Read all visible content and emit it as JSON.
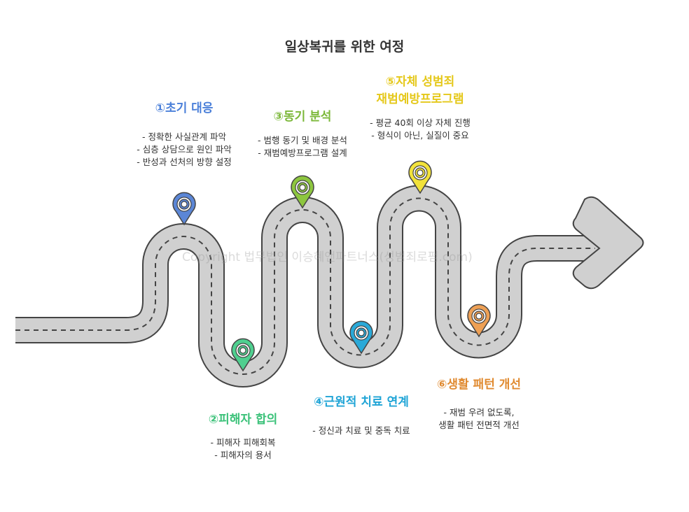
{
  "title": "일상복귀를 위한 여정",
  "watermark": "Copyright 법무법인 이승혜앤파트너스(성범죄로펌.com)",
  "steps": [
    {
      "heading": "①초기 대응",
      "color": "#4a7fd9",
      "bullets": [
        "- 정확한 사실관계 파악",
        "- 심층 상담으로 원인 파악",
        "- 반성과 선처의 방향 설정"
      ]
    },
    {
      "heading": "②피해자 합의",
      "color": "#3cc27a",
      "bullets": [
        "- 피해자 피해회복",
        "- 피해자의 용서"
      ]
    },
    {
      "heading": "③동기 분석",
      "color": "#7cb83a",
      "bullets": [
        "- 범행 동기 및 배경 분석",
        "- 재범예방프로그램 설계"
      ]
    },
    {
      "heading": "④근원적 치료 연계",
      "color": "#1fa4d6",
      "bullets": [
        "- 정신과 치료 및 중독 치료"
      ]
    },
    {
      "heading_line1": "⑤자체 성범죄",
      "heading_line2": "재범예방프로그램",
      "color": "#e5c81a",
      "bullets": [
        "- 평균 40회 이상 자체 진행",
        "- 형식이 아닌, 실질이 중요"
      ]
    },
    {
      "heading": "⑥생활 패턴 개선",
      "color": "#e08a30",
      "bullets": [
        "- 재범 우려 없도록,",
        "생활 패턴 전면적 개선"
      ]
    }
  ]
}
